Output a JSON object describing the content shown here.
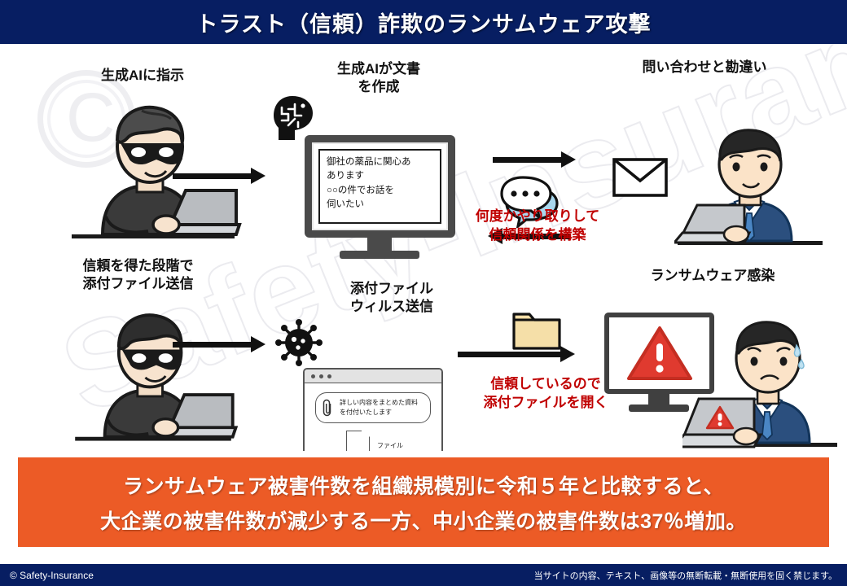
{
  "header": {
    "title": "トラスト（信頼）詐欺のランサムウェア攻撃"
  },
  "steps": {
    "step1": {
      "label": "生成AIに指示",
      "icon": "hacker-laptop-illustration",
      "arrow": "arrow-right-icon"
    },
    "step2": {
      "label": "生成AIが文書\nを作成",
      "icon": "ai-brain-head-icon",
      "monitor_text": "御社の薬品に関心あ\nあります\n○○の件でお話を\n伺いたい"
    },
    "step3": {
      "label": "問い合わせと勘違い",
      "icon": "envelope-icon",
      "exchange_note": "何度かやり取りして\n信頼関係を構築",
      "chat_icon": "chat-bubbles-icon",
      "arrow_right": "arrow-right-icon",
      "arrow_left": "arrow-left-icon"
    },
    "step4": {
      "label": "信頼を得た段階で\n添付ファイル送信",
      "icon": "hacker-laptop-illustration",
      "arrow": "arrow-right-icon"
    },
    "step5": {
      "label": "添付ファイル\nウィルス送信",
      "icon": "virus-icon",
      "window": {
        "attachment_text": "詳しい内容をまとめた資料\nを付付いたします",
        "attachment_icon": "paperclip-icon",
        "file_label": "ファイル",
        "file_icon": "file-icon"
      }
    },
    "step6": {
      "label": "ランサムウェア感染",
      "open_note": "信頼しているので\n添付ファイルを開く",
      "folder_icon": "folder-icon",
      "arrow": "arrow-right-icon",
      "warning_icon": "warning-triangle-icon"
    }
  },
  "banner": {
    "line1": "ランサムウェア被害件数を組織規模別に令和５年と比較すると、",
    "line2": "大企業の被害件数が減少する一方、中小企業の被害件数は37％増加。"
  },
  "footer": {
    "copyright": "© Safety-Insurance",
    "notice": "当サイトの内容、テキスト、画像等の無断転載・無断使用を固く禁じます。"
  },
  "watermark": {
    "text": "Safety-Insurance",
    "mark": "copyright-c-icon"
  },
  "colors": {
    "header_bg": "#071e62",
    "banner_bg": "#ec5b26",
    "accent_red": "#c00000",
    "warning_red": "#e03a2f",
    "suit_blue": "#2b4f7e",
    "folder_yellow": "#f5dfa8"
  }
}
